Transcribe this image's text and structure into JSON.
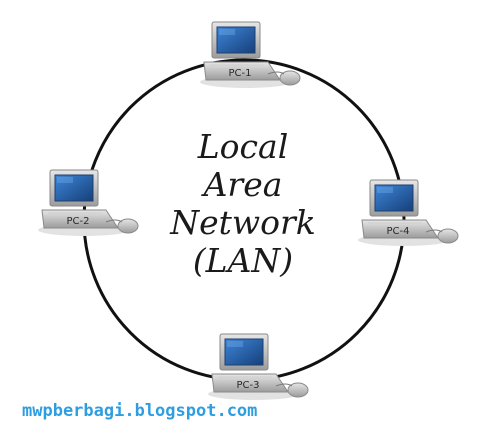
{
  "diagram": {
    "title_lines": [
      "Local",
      "Area",
      "Network",
      "(LAN)"
    ],
    "topology": "ring",
    "nodes": [
      {
        "label": "PC-1",
        "position": "top"
      },
      {
        "label": "PC-2",
        "position": "left"
      },
      {
        "label": "PC-3",
        "position": "bottom"
      },
      {
        "label": "PC-4",
        "position": "right"
      }
    ]
  },
  "watermark": "mwpberbagi.blogspot.com",
  "colors": {
    "ring": "#111111",
    "screen": "#2a6fc0",
    "monitor_body": "#b9b9b9",
    "watermark": "#2f9ee0"
  },
  "icons": {
    "node_icon": "laptop-computer-icon"
  }
}
